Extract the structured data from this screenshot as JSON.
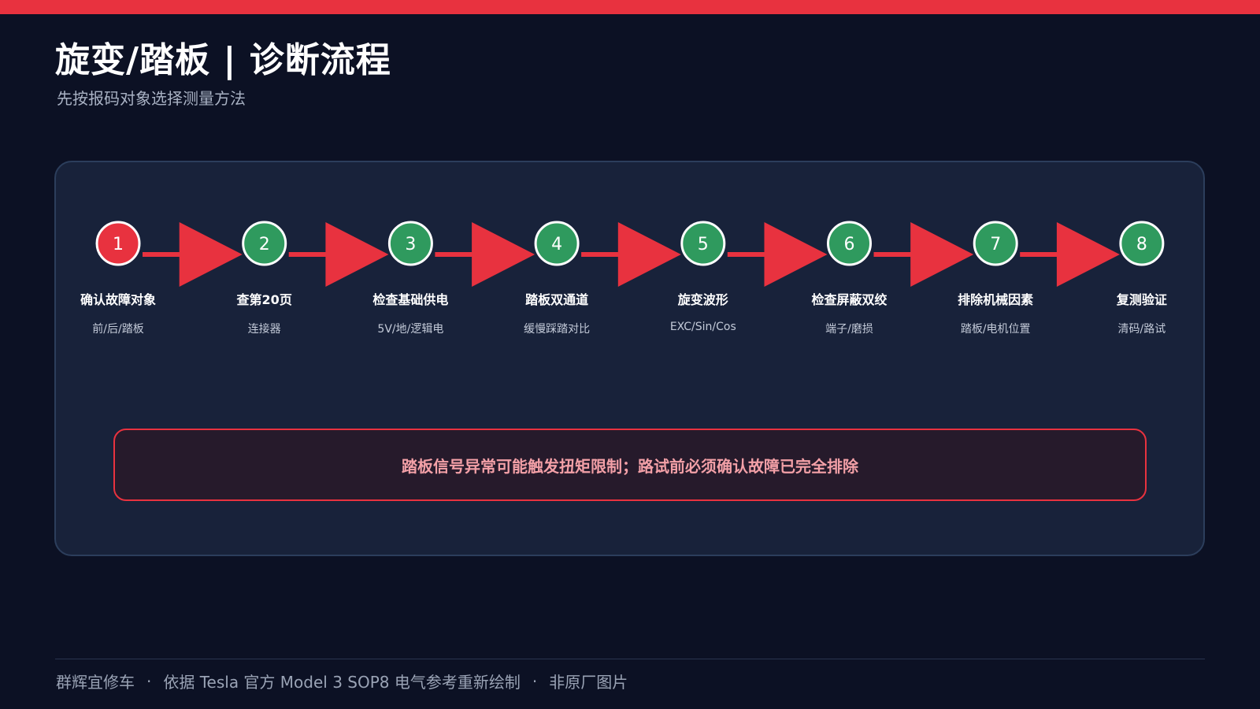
{
  "colors": {
    "accent_red": "#e8323f",
    "step_green": "#2f9a5e",
    "background": "#0c1124",
    "panel": "#18223a"
  },
  "header": {
    "title": "旋变/踏板 | 诊断流程",
    "subtitle": "先按报码对象选择测量方法"
  },
  "steps": [
    {
      "num": "1",
      "label": "确认故障对象",
      "sub": "前/后/踏板",
      "state": "active"
    },
    {
      "num": "2",
      "label": "查第20页",
      "sub": "连接器",
      "state": "normal"
    },
    {
      "num": "3",
      "label": "检查基础供电",
      "sub": "5V/地/逻辑电",
      "state": "normal"
    },
    {
      "num": "4",
      "label": "踏板双通道",
      "sub": "缓慢踩踏对比",
      "state": "normal"
    },
    {
      "num": "5",
      "label": "旋变波形",
      "sub": "EXC/Sin/Cos",
      "state": "normal"
    },
    {
      "num": "6",
      "label": "检查屏蔽双绞",
      "sub": "端子/磨损",
      "state": "normal"
    },
    {
      "num": "7",
      "label": "排除机械因素",
      "sub": "踏板/电机位置",
      "state": "normal"
    },
    {
      "num": "8",
      "label": "复测验证",
      "sub": "清码/路试",
      "state": "normal"
    }
  ],
  "warning": {
    "text": "踏板信号异常可能触发扭矩限制；路试前必须确认故障已完全排除"
  },
  "footer": {
    "parts": [
      "群辉宜修车",
      "依据 Tesla 官方 Model 3 SOP8 电气参考重新绘制",
      "非原厂图片"
    ],
    "separator": "·"
  }
}
